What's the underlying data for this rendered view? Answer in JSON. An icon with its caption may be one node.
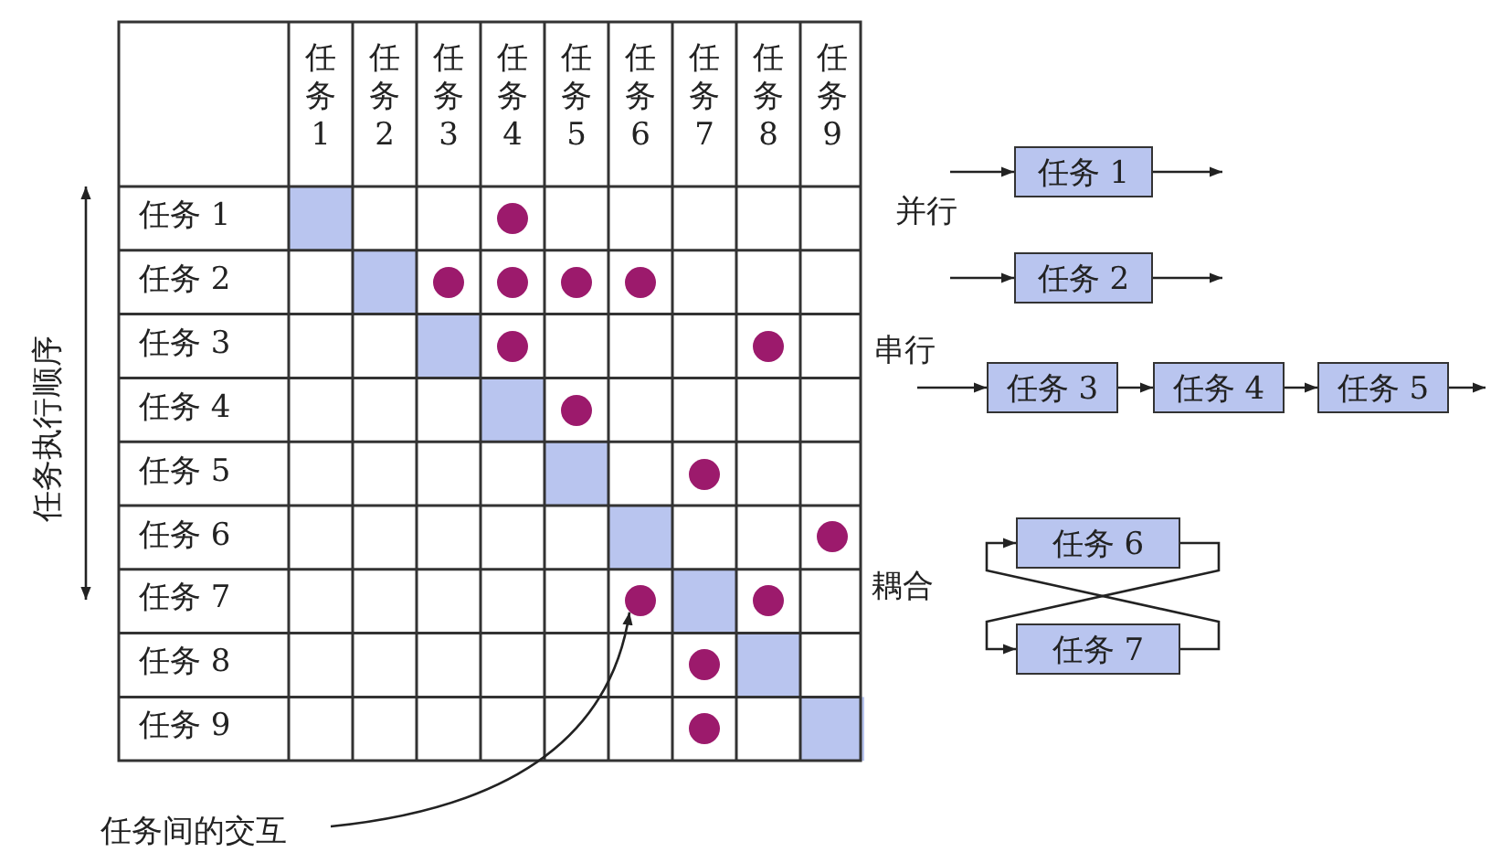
{
  "diagram": {
    "nodes": [
      {
        "text": [],
        "shape": "circle"
      },
      {
        "text": [],
        "shape": "circle"
      },
      {
        "text": [],
        "shape": "circle"
      },
      {
        "text": [],
        "shape": "circle"
      },
      {
        "text": [],
        "shape": "circle"
      },
      {
        "text": [],
        "shape": "circle"
      },
      {
        "text": [],
        "shape": "circle"
      },
      {
        "text": [],
        "shape": "circle"
      },
      {
        "text": [],
        "shape": "circle"
      },
      {
        "text": [],
        "shape": "circle"
      },
      {
        "text": [],
        "shape": "circle"
      },
      {
        "text": [],
        "shape": "circle"
      },
      {
        "text": [],
        "shape": "circle"
      },
      {
        "text": [],
        "shape": "circle"
      },
      {
        "text": [
          "任务间的交互"
        ]
      },
      {
        "text": [
          "任务 1"
        ]
      },
      {
        "text": [
          "任务 2"
        ]
      },
      {
        "text": [
          "任务 3"
        ]
      },
      {
        "text": [
          "任务 4"
        ]
      },
      {
        "text": [
          "任务 5"
        ]
      },
      {
        "text": [
          "任务 6"
        ]
      },
      {
        "text": [
          "任务 7"
        ]
      }
    ],
    "edges": [
      {
        "from": 14,
        "to": 10,
        "arrow": "to"
      },
      {
        "from": null,
        "to": 15,
        "arrow": "to"
      },
      {
        "from": 15,
        "to": null,
        "arrow": "to"
      },
      {
        "from": null,
        "to": 16,
        "arrow": "to"
      },
      {
        "from": 16,
        "to": null,
        "arrow": "to"
      },
      {
        "from": null,
        "to": 17,
        "arrow": "to"
      },
      {
        "from": 17,
        "to": 18,
        "arrow": "to"
      },
      {
        "from": 18,
        "to": 19,
        "arrow": "to"
      },
      {
        "from": 19,
        "to": null,
        "arrow": "to"
      },
      {
        "from": 20,
        "to": 21,
        "arrow": "to"
      },
      {
        "from": 21,
        "to": 20,
        "arrow": "to"
      }
    ],
    "labels": [
      "任务 1",
      "任务 2",
      "任务 3",
      "任务 4",
      "任务 5",
      "任务 6",
      "任务 7",
      "任务 8",
      "任务 9",
      "任务 1",
      "任务 2",
      "任务 3",
      "任务 4",
      "任务 5",
      "任务 6",
      "任务 7",
      "任务 8",
      "任务 9",
      "任务执行顺序",
      "并行",
      "串行",
      "耦合"
    ]
  }
}
